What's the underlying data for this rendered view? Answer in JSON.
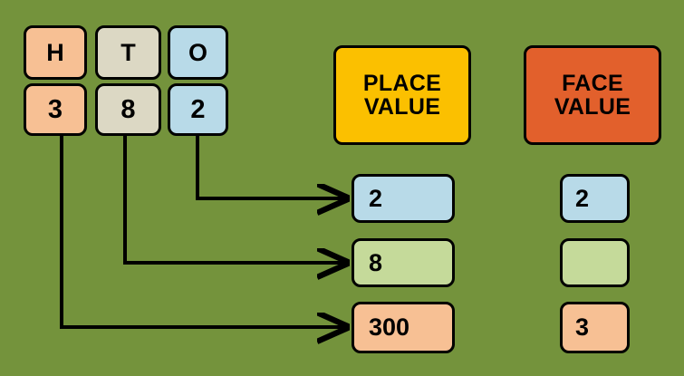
{
  "background_color": "#74933C",
  "number_columns": {
    "headers": [
      {
        "label": "H",
        "color": "#F7C094",
        "name": "hundreds"
      },
      {
        "label": "T",
        "color": "#DCD8C4",
        "name": "tens"
      },
      {
        "label": "O",
        "color": "#B8DAE8",
        "name": "ones"
      }
    ],
    "digits": [
      {
        "label": "3",
        "color": "#F7C094",
        "name": "hundreds"
      },
      {
        "label": "8",
        "color": "#DCD8C4",
        "name": "tens"
      },
      {
        "label": "2",
        "color": "#B8DAE8",
        "name": "ones"
      }
    ]
  },
  "place_value": {
    "header_line1": "PLACE",
    "header_line2": "VALUE",
    "header_color": "#FBC000",
    "entries": [
      {
        "label": "2",
        "color": "#B8DAE8",
        "name": "ones"
      },
      {
        "label": "8",
        "color": "#C5DA9A",
        "name": "tens"
      },
      {
        "label": "300",
        "color": "#F7C094",
        "name": "hundreds"
      }
    ]
  },
  "face_value": {
    "header_line1": "FACE",
    "header_line2": "VALUE",
    "header_color": "#E2602C",
    "entries": [
      {
        "label": "2",
        "color": "#B8DAE8",
        "name": "ones"
      },
      {
        "label": "",
        "color": "#C5DA9A",
        "name": "tens"
      },
      {
        "label": "3",
        "color": "#F7C094",
        "name": "hundreds"
      }
    ]
  }
}
